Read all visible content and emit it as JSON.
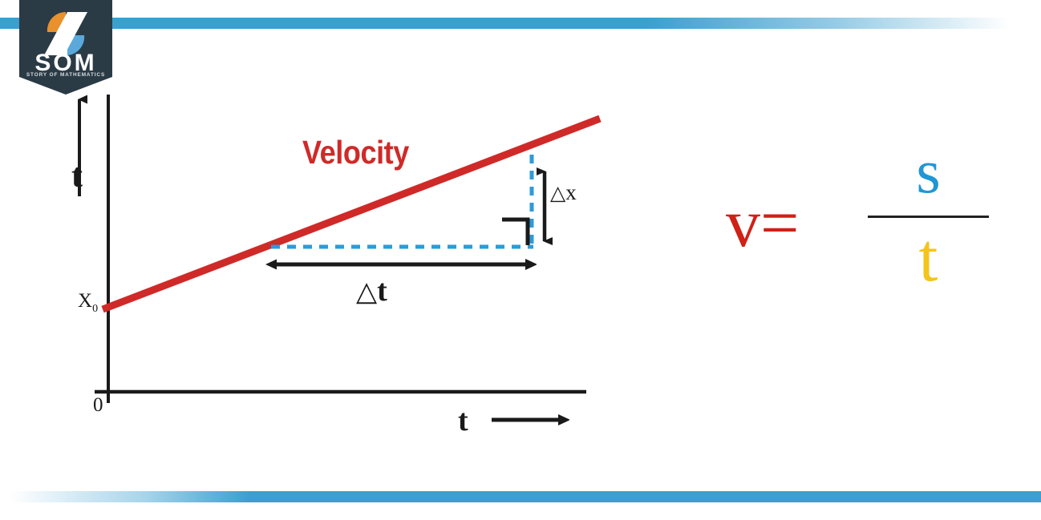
{
  "meta": {
    "title": "Velocity-time graph with slope definition",
    "background": "#ffffff"
  },
  "colors": {
    "accent_blue": "#3b9fd0",
    "logo_navy": "#2b3b46",
    "logo_orange": "#e8912d",
    "logo_blue": "#5ba9db",
    "velocity_red": "#cf2a28",
    "formula_red": "#cf2116",
    "formula_blue": "#2196d4",
    "formula_yellow": "#f5c41b",
    "axis_black": "#1a1a1a",
    "dashed_blue": "#2e9bd6"
  },
  "branding": {
    "logo_name": "som-logo",
    "wordmark": "SOM",
    "tagline": "STORY OF MATHEMATICS",
    "mark_icon": "som-s-monogram-icon"
  },
  "decor": {
    "top_bar_name": "top-accent-bar",
    "bottom_bar_name": "bottom-accent-bar"
  },
  "graph": {
    "vertical_axis_label": "t",
    "vertical_axis_arrow": "up-arrow-icon",
    "origin_label": "0",
    "intercept_label": "X",
    "intercept_subscript": "0",
    "horizontal_axis_label": "t",
    "horizontal_axis_arrow": "right-arrow-icon",
    "line_label": "Velocity",
    "rise_label_delta": "△",
    "rise_label_var": "x",
    "run_label_delta": "△",
    "run_label_var": "t",
    "right_angle_marker": "right-angle-icon"
  },
  "formula": {
    "lhs": "v=",
    "numerator": "s",
    "denominator": "t",
    "fraction_bar": "fraction-bar"
  },
  "chart_data": {
    "type": "line",
    "title": "Velocity",
    "xlabel": "t",
    "ylabel": "t",
    "series": [
      {
        "name": "Velocity",
        "color": "#cf2a28",
        "points": [
          [
            0,
            0.305
          ],
          [
            1,
            1.0
          ]
        ]
      }
    ],
    "annotations": [
      {
        "name": "delta-t",
        "text": "△t",
        "type": "horizontal-span",
        "x_from": 0.345,
        "x_to": 0.878
      },
      {
        "name": "delta-x",
        "text": "△x",
        "type": "vertical-span",
        "y_from": 0.672,
        "y_to": 0.878
      },
      {
        "name": "y-intercept",
        "text": "X₀",
        "x": 0,
        "y": 0.305
      },
      {
        "name": "origin",
        "text": "0",
        "x": 0,
        "y": 0
      }
    ],
    "axis_arrows": {
      "x": "right",
      "y": "up"
    },
    "grid": false,
    "legend": false,
    "xlim": [
      0,
      1
    ],
    "ylim": [
      0,
      1
    ]
  }
}
